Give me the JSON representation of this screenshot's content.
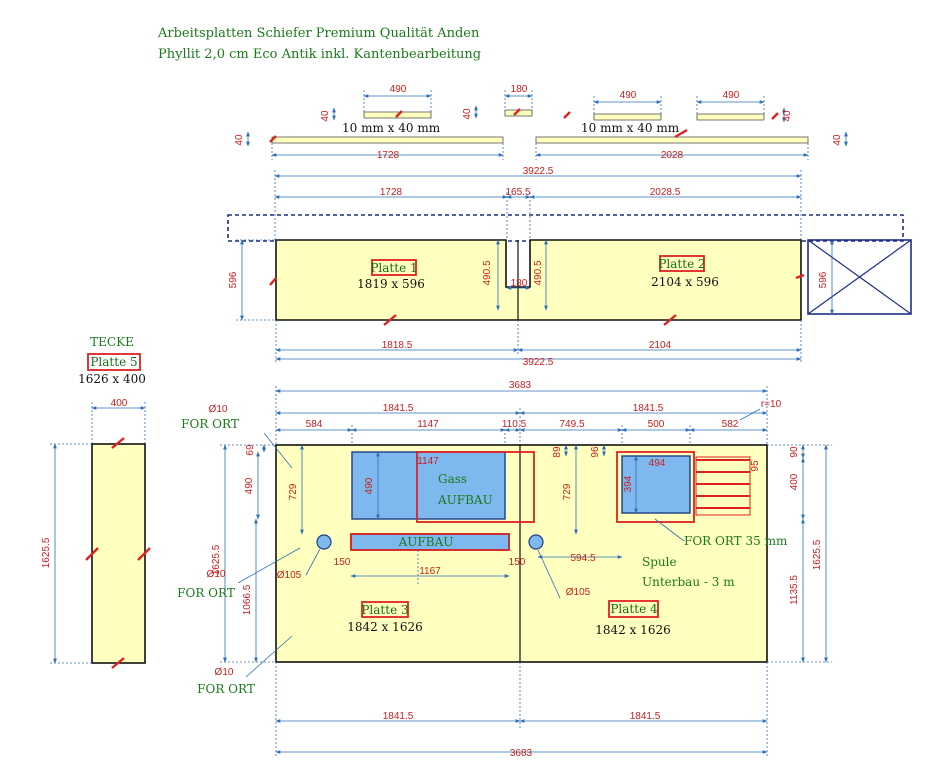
{
  "header": {
    "line1": "Arbeitsplatten Schiefer Premium Qualität Anden",
    "line2": "Phyllit 2,0 cm Eco Antik inkl. Kantenbearbeitung"
  },
  "strips": {
    "s1_len": "490",
    "s1_h": "40",
    "s2_len": "180",
    "s2_h": "40",
    "s3_len": "490",
    "s4_len": "490",
    "s4_h": "40",
    "spec_left": "10 mm x 40 mm",
    "spec_right": "10 mm x 40 mm",
    "long1_len": "1728",
    "long1_h": "40",
    "long2_len": "2028",
    "long2_h": "40"
  },
  "upper": {
    "total": "3922.5",
    "seg1": "1728",
    "seg2": "165.5",
    "seg3": "2028.5",
    "depth_left": "596",
    "depth_right": "596",
    "notch_left": "490.5",
    "notch_right": "490.5",
    "notch_w": "180",
    "platte1_label": "Platte 1",
    "platte1_size": "1819 x 596",
    "platte2_label": "Platte 2",
    "platte2_size": "2104 x 596",
    "bottom1": "1818.5",
    "bottom2": "2104",
    "bottom_total": "3922.5"
  },
  "tecke": {
    "title": "TECKE",
    "label": "Platte 5",
    "size": "1626 x 400",
    "width": "400",
    "height": "1625.5"
  },
  "lower": {
    "total": "3683",
    "half1": "1841.5",
    "half2": "1841.5",
    "seg584": "584",
    "seg1147": "1147",
    "seg110": "110.5",
    "seg749": "749.5",
    "seg500": "500",
    "seg582": "582",
    "radius": "r=10",
    "d69": "69",
    "d490": "490",
    "d729": "729",
    "d1625": "1625.5",
    "d1066": "1066.5",
    "d89": "89",
    "d96": "96",
    "d729b": "729",
    "d394": "394",
    "d494": "494",
    "d90": "90",
    "d400": "400",
    "d1135": "1135.5",
    "d1625r": "1625.5",
    "d95": "95",
    "d1147": "1147",
    "d1167": "1167",
    "d150a": "150",
    "d150b": "150",
    "d594": "594.5",
    "hole1_d": "Ø10",
    "hole1_txt": "FOR ORT",
    "hole2_d": "Ø10",
    "hole2_txt": "FOR ORT",
    "hole3_d": "Ø10",
    "hole3_txt": "FOR ORT",
    "tap_left": "Ø105",
    "tap_right": "Ø105",
    "gass1": "Gass",
    "gass2": "AUFBAU",
    "aufbau": "AUFBAU",
    "for35": "FOR ORT 35 mm",
    "spule": "Spule",
    "unterbau": "Unterbau - 3 m",
    "platte3_label": "Platte 3",
    "platte3_size": "1842 x 1626",
    "platte4_label": "Platte 4",
    "platte4_size": "1842 x 1626",
    "bottom1": "1841.5",
    "bottom2": "1841.5",
    "bottom_total": "3683"
  },
  "colors": {
    "slab": "#ffffc0",
    "cutout": "#7fb8ee",
    "dimension": "#2d6fb8",
    "text_red": "#c81e1e",
    "text_green": "#1a7a1a"
  }
}
